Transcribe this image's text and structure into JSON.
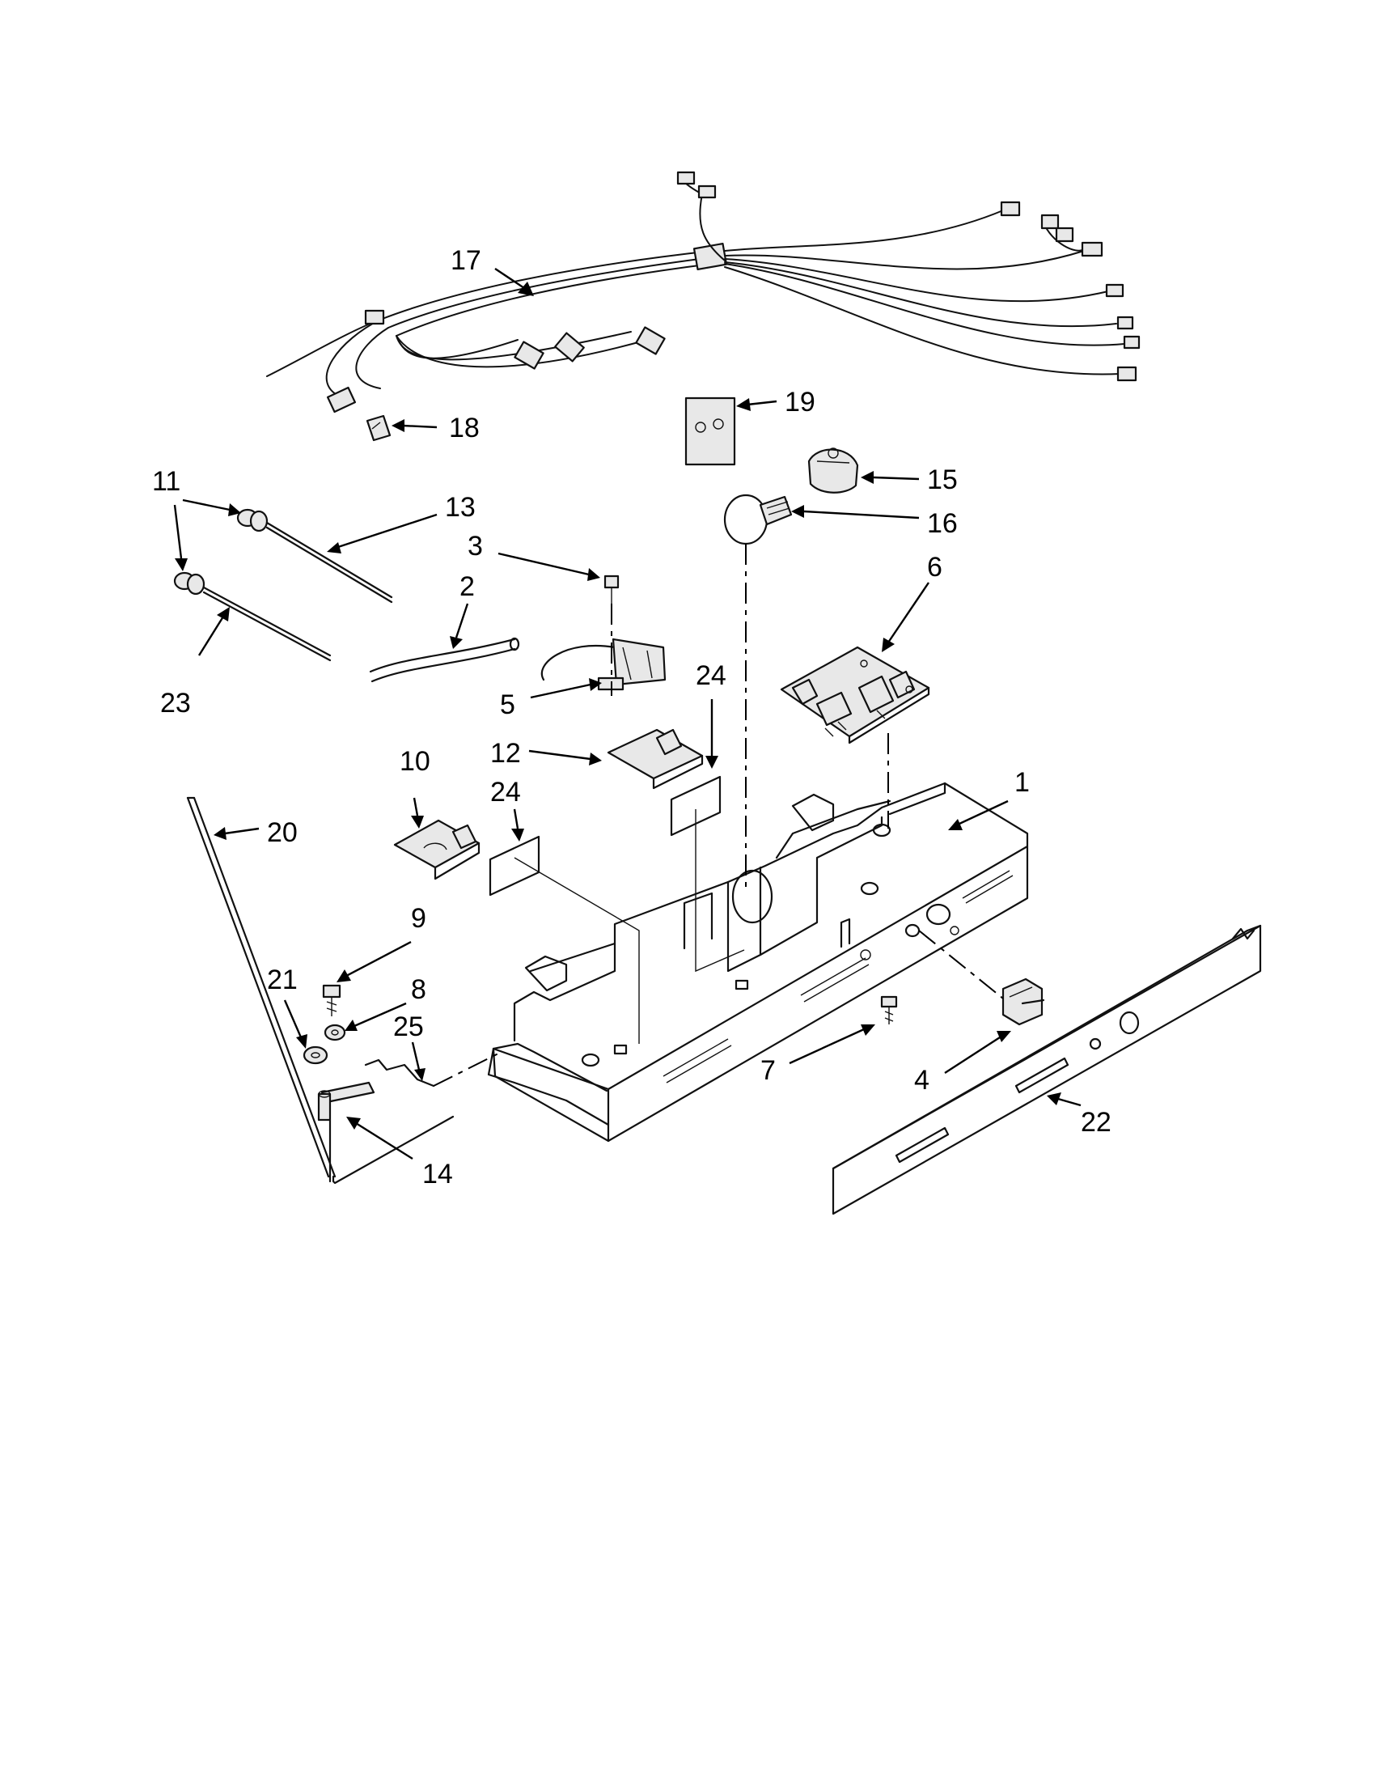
{
  "callouts": [
    {
      "id": "c1",
      "text": "1"
    },
    {
      "id": "c2",
      "text": "2"
    },
    {
      "id": "c3",
      "text": "3"
    },
    {
      "id": "c4",
      "text": "4"
    },
    {
      "id": "c5",
      "text": "5"
    },
    {
      "id": "c6",
      "text": "6"
    },
    {
      "id": "c7",
      "text": "7"
    },
    {
      "id": "c8",
      "text": "8"
    },
    {
      "id": "c9",
      "text": "9"
    },
    {
      "id": "c10",
      "text": "10"
    },
    {
      "id": "c11",
      "text": "11"
    },
    {
      "id": "c12",
      "text": "12"
    },
    {
      "id": "c13",
      "text": "13"
    },
    {
      "id": "c14",
      "text": "14"
    },
    {
      "id": "c15",
      "text": "15"
    },
    {
      "id": "c16",
      "text": "16"
    },
    {
      "id": "c17",
      "text": "17"
    },
    {
      "id": "c18",
      "text": "18"
    },
    {
      "id": "c19",
      "text": "19"
    },
    {
      "id": "c20",
      "text": "20"
    },
    {
      "id": "c21",
      "text": "21"
    },
    {
      "id": "c22",
      "text": "22"
    },
    {
      "id": "c23",
      "text": "23"
    },
    {
      "id": "c24a",
      "text": "24"
    },
    {
      "id": "c24b",
      "text": "24"
    },
    {
      "id": "c25",
      "text": "25"
    }
  ]
}
